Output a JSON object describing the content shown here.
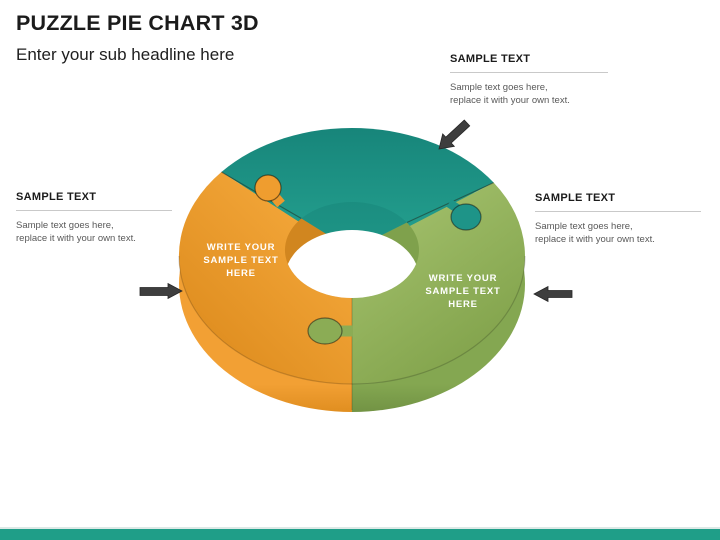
{
  "slide": {
    "title": "PUZZLE PIE CHART 3D",
    "subtitle": "Enter your sub headline here"
  },
  "callouts": {
    "top_right": {
      "heading": "SAMPLE TEXT",
      "body_line1": "Sample text goes here,",
      "body_line2": "replace it with your own text."
    },
    "left": {
      "heading": "SAMPLE TEXT",
      "body_line1": "Sample text goes here,",
      "body_line2": "replace it with your own text."
    },
    "right": {
      "heading": "SAMPLE TEXT",
      "body_line1": "Sample text goes here,",
      "body_line2": "replace it with your own text."
    }
  },
  "chart_data": {
    "type": "pie",
    "style": "3d-donut-puzzle",
    "title": "",
    "legend": "none",
    "segments": [
      {
        "name": "top-segment",
        "color": "#1e9488",
        "side_color": "#15857a",
        "approx_percent": 29,
        "lines": [
          "",
          "",
          ""
        ]
      },
      {
        "name": "left-segment",
        "color": "#ef9d2f",
        "side_color": "#f09c2e",
        "approx_percent": 36,
        "lines": [
          "WRITE YOUR",
          "SAMPLE TEXT",
          "HERE"
        ]
      },
      {
        "name": "right-segment",
        "color": "#8bac55",
        "side_color": "#7fa24d",
        "approx_percent": 35,
        "lines": [
          "WRITE YOUR",
          "SAMPLE TEXT",
          "HERE"
        ]
      }
    ]
  },
  "colors": {
    "accent_footer_bar": "#1f9e88",
    "arrow": "#3e3e3e",
    "heading_text": "#1b1b1b",
    "body_text": "#595959"
  }
}
